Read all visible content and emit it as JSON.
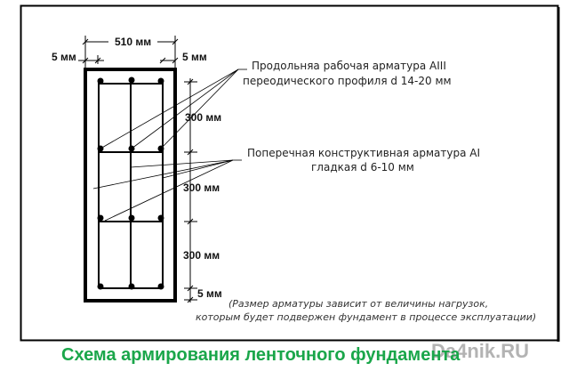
{
  "dimensions": {
    "width_total": "510 мм",
    "cover_left": "5 мм",
    "cover_right": "5 мм",
    "spacing_1": "300 мм",
    "spacing_2": "300 мм",
    "spacing_3": "300 мм",
    "cover_bottom": "5 мм"
  },
  "labels": {
    "longitudinal_line1": "Продольняа рабочая арматура AIII",
    "longitudinal_line2": "переодического профиля d 14-20 мм",
    "transverse_line1": "Поперечная конструктивная арматура AI",
    "transverse_line2": "гладкая d 6-10 мм"
  },
  "note": {
    "line1": "(Размер арматуры зависит от величины нагрузок,",
    "line2": "которым будет подвержен фундамент в процессе эксплуатации)"
  },
  "caption": "Схема армирования ленточного фундамента",
  "watermark": "Da4nik.RU",
  "colors": {
    "caption": "#1aa64a",
    "watermark": "#9a9a9a"
  }
}
